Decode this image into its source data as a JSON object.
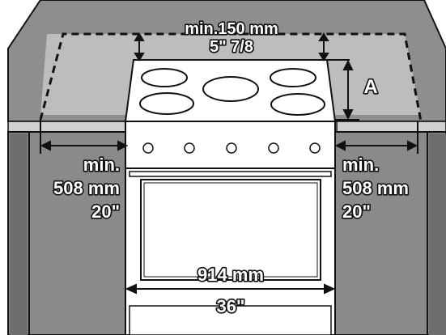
{
  "top_clearance": {
    "line1": "min.150 mm",
    "line2": "5\" 7/8"
  },
  "height_marker": "A",
  "left_clearance": {
    "line1": "min.",
    "line2": "508 mm",
    "line3": "20\""
  },
  "right_clearance": {
    "line1": "min.",
    "line2": "508 mm",
    "line3": "20\""
  },
  "width": {
    "metric": "914 mm",
    "imperial": "36\""
  },
  "colors": {
    "cabinet": "#8a8a8a",
    "cabinet_side": "#6e6e6e",
    "countertop": "#bdbdbd",
    "cabinet_top_edge": "#d3d3d3",
    "stove": "#ffffff",
    "outline": "#111111"
  }
}
